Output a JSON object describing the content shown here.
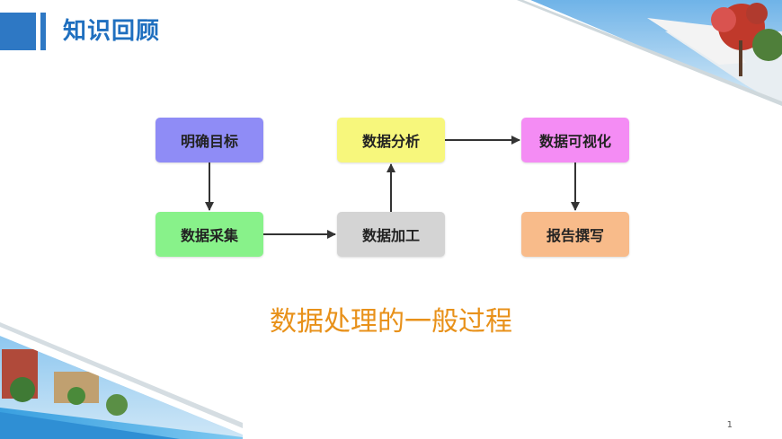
{
  "header": {
    "title": "知识回顾"
  },
  "flow": {
    "nodes": [
      {
        "id": "goal",
        "label": "明确目标",
        "color": "#8f8cf6"
      },
      {
        "id": "collect",
        "label": "数据采集",
        "color": "#88f28a"
      },
      {
        "id": "process",
        "label": "数据加工",
        "color": "#d4d4d4"
      },
      {
        "id": "analyze",
        "label": "数据分析",
        "color": "#f7f77c"
      },
      {
        "id": "visual",
        "label": "数据可视化",
        "color": "#f48cf4"
      },
      {
        "id": "report",
        "label": "报告撰写",
        "color": "#f8bb8a"
      }
    ]
  },
  "subtitle": "数据处理的一般过程",
  "page_number": "1",
  "colors": {
    "accent_blue": "#2e78c4",
    "title_blue": "#1f6fbf",
    "subtitle_orange": "#e8911a"
  }
}
